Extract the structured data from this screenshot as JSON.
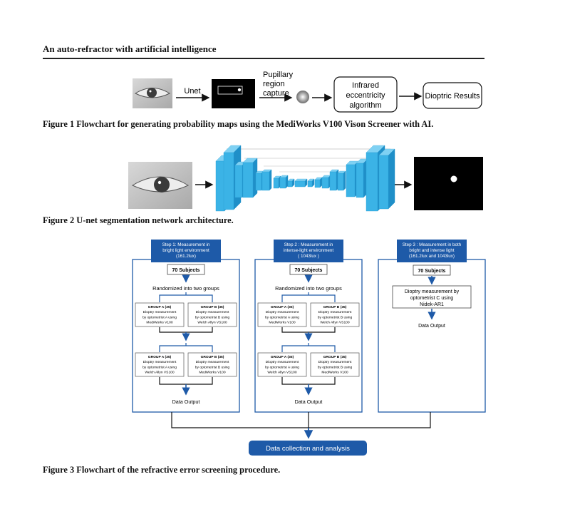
{
  "running_header": "An auto-refractor with artificial intelligence",
  "figure1": {
    "caption": "Figure 1 Flowchart for generating probability maps using the MediWorks V100 Vison Screener with AI.",
    "unet_label": "Unet",
    "pupil_label": [
      "Pupillary",
      "region",
      "capture"
    ],
    "algorithm_label": [
      "Infrared",
      "eccentricity",
      "algorithm"
    ],
    "result_label": "Dioptric Results"
  },
  "figure2": {
    "caption": "Figure 2 U-net segmentation network architecture."
  },
  "figure3": {
    "caption": "Figure 3 Flowchart of the refractive error screening procedure.",
    "step1": {
      "title": [
        "Step 1: Measurement in",
        "bright light environment",
        "(161.2lux)"
      ],
      "subjects": "70 Subjects",
      "randomized": "Randomized into two groups",
      "group_a_top": [
        "GROUP A (35)",
        "Dioptry measurement",
        "by optometrist A using",
        "MediWorks V100"
      ],
      "group_b_top": [
        "GROUP B (35)",
        "Dioptry measurement",
        "by optometrist B using",
        "Welch Allyn VS100"
      ],
      "group_a_bottom": [
        "GROUP A (35)",
        "Dioptry measurement",
        "by optometrist A using",
        "Welch Allyn VS100"
      ],
      "group_b_bottom": [
        "GROUP B (35)",
        "Dioptry measurement",
        "by optometrist B using",
        "MediWorks V100"
      ],
      "output": "Data Output"
    },
    "step2": {
      "title": [
        "Step 2 : Measurement in",
        "intense-light environment",
        "( 1043lux )"
      ],
      "subjects": "70 Subjects",
      "randomized": "Randomized into two groups",
      "group_a_top": [
        "GROUP A (35)",
        "Dioptry measurement",
        "by optometrist A using",
        "MediWorks V100"
      ],
      "group_b_top": [
        "GROUP B (35)",
        "Dioptry measurement",
        "by optometrist B using",
        "Welch Allyn VS100"
      ],
      "group_a_bottom": [
        "GROUP A (35)",
        "Dioptry measurement",
        "by optometrist A using",
        "Welch Allyn VS100"
      ],
      "group_b_bottom": [
        "GROUP B (35)",
        "Dioptry measurement",
        "by optometrist B using",
        "MediWorks V100"
      ],
      "output": "Data Output"
    },
    "step3": {
      "title": [
        "Step 3 : Measurement in both",
        "bright and intense light",
        "(161.2lux and 1043lux)"
      ],
      "subjects": "70 Subjects",
      "measurement": [
        "Dioptry measurement by",
        "optometrist C using",
        "Nidek-AR1"
      ],
      "output": "Data Output"
    },
    "final": "Data collection and analysis"
  },
  "colors": {
    "blue": "#1e5aa8",
    "cube": "#3bb3e6",
    "cube_dark": "#1f8fc8"
  }
}
